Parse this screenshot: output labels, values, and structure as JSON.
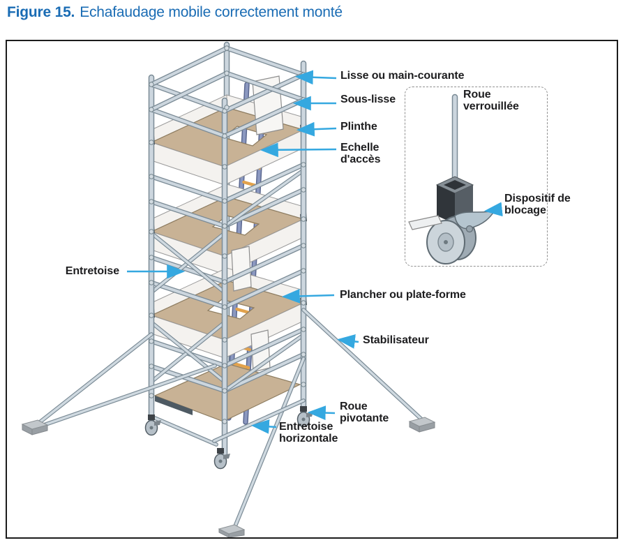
{
  "figure": {
    "label": "Figure 15.",
    "caption": "Echafaudage mobile correctement monté"
  },
  "diagram": {
    "labels": {
      "lisse": "Lisse ou main-courante",
      "sous_lisse": "Sous-lisse",
      "plinthe": "Plinthe",
      "echelle": "Echelle d'accès",
      "entretoise": "Entretoise",
      "plancher": "Plancher ou plate-forme",
      "stabilisateur": "Stabilisateur",
      "roue_pivotante": "Roue pivotante",
      "entretoise_horizontale": "Entretoise horizontale"
    },
    "inset_labels": {
      "roue_verrouillee": "Roue verrouillée",
      "dispositif_blocage": "Dispositif de blocage"
    }
  },
  "colors": {
    "title_blue": "#1a6cb4",
    "label_text": "#1d1d1f",
    "arrow_blue": "#35a8e0",
    "tube_gray": "#ccd6de",
    "tube_outline": "#7b8b96",
    "deck_tan": "#c8b295",
    "toeboard_white": "#f4f2ef",
    "ladder_blue": "#8b98c0",
    "rung_orange": "#e2a24c"
  }
}
